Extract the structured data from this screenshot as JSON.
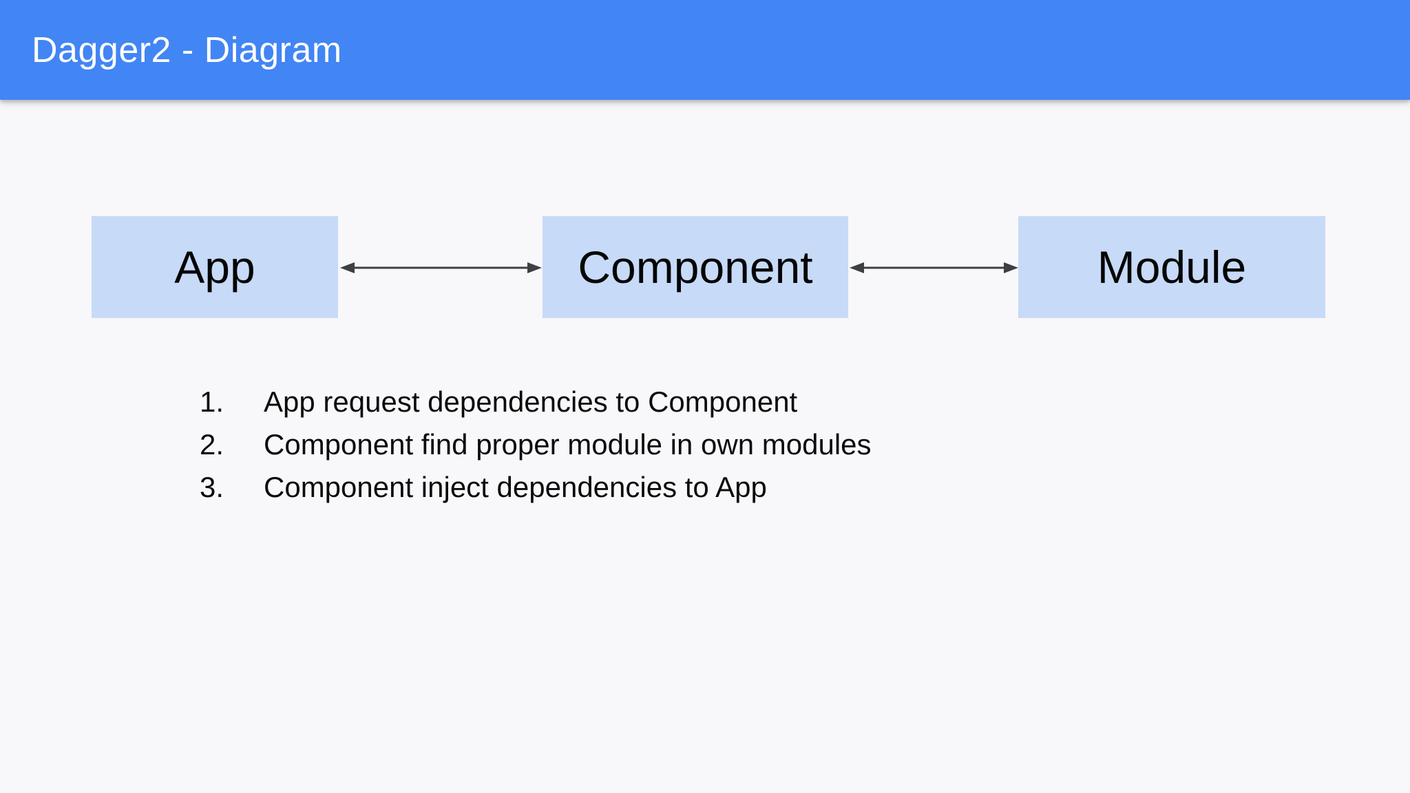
{
  "app_bar": {
    "title": "Dagger2 - Diagram"
  },
  "colors": {
    "app_bar_bg": "#4285F4",
    "app_bar_text": "#FFFFFF",
    "page_bg": "#F8F7FA",
    "node_fill": "#C7DAF7",
    "node_text": "#050505",
    "arrow": "#3C4043",
    "list_text": "#0B0B0B"
  },
  "diagram": {
    "nodes": [
      {
        "id": "app",
        "label": "App"
      },
      {
        "id": "component",
        "label": "Component"
      },
      {
        "id": "module",
        "label": "Module"
      }
    ],
    "connectors": [
      {
        "id": "app-component",
        "type": "double-arrow",
        "from": "App",
        "to": "Component"
      },
      {
        "id": "component-module",
        "type": "double-arrow",
        "from": "Component",
        "to": "Module"
      }
    ]
  },
  "steps": [
    {
      "number": "1.",
      "text": "App request dependencies to Component"
    },
    {
      "number": "2.",
      "text": "Component find proper module in own modules"
    },
    {
      "number": "3.",
      "text": "Component inject dependencies to App"
    }
  ]
}
